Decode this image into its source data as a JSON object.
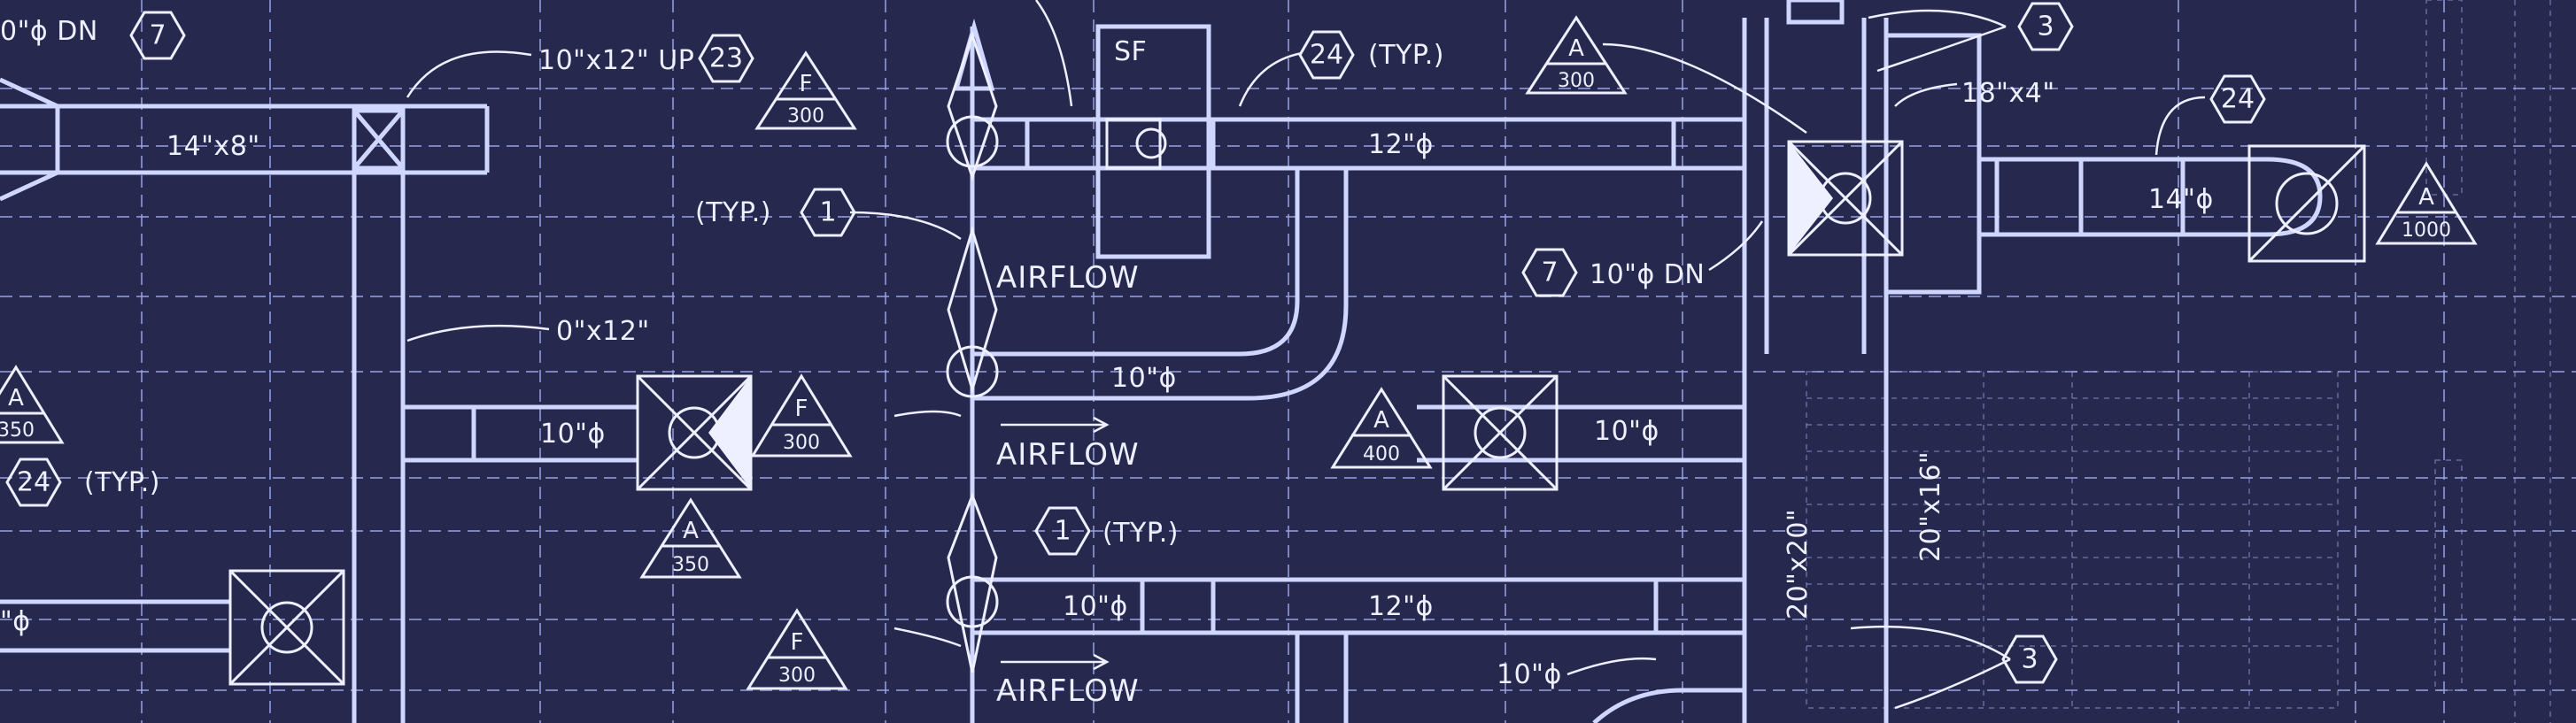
{
  "diagram": {
    "background_color": "#26284d",
    "line_color": "#cfd6ff",
    "text_color": "#eef0ff",
    "duct_labels": [
      {
        "id": "d1",
        "text": "14\"x8\""
      },
      {
        "id": "d2",
        "text": "10\"x12\" UP"
      },
      {
        "id": "d3",
        "text": "0\"x12\""
      },
      {
        "id": "d4",
        "text": "10\"ϕ"
      },
      {
        "id": "d5",
        "text": "12\"ϕ"
      },
      {
        "id": "d6",
        "text": "10\"ϕ"
      },
      {
        "id": "d7",
        "text": "10\"ϕ"
      },
      {
        "id": "d8",
        "text": "10\"ϕ"
      },
      {
        "id": "d9",
        "text": "12\"ϕ"
      },
      {
        "id": "d10",
        "text": "10\"ϕ"
      },
      {
        "id": "d11",
        "text": "10\"ϕ DN"
      },
      {
        "id": "d12",
        "text": "18\"x4\""
      },
      {
        "id": "d13",
        "text": "14\"ϕ"
      },
      {
        "id": "d14",
        "text": "20\"x20\""
      },
      {
        "id": "d15",
        "text": "20\"x16\""
      },
      {
        "id": "d16",
        "text": "0\"ϕ DN"
      },
      {
        "id": "d17",
        "text": "\"ϕ"
      },
      {
        "id": "d18",
        "text": "SF"
      }
    ],
    "airflow_labels": [
      "AIRFLOW",
      "AIRFLOW",
      "AIRFLOW"
    ],
    "typ_labels": [
      "(TYP.)",
      "(TYP.)",
      "(TYP.)",
      "(TYP.)"
    ],
    "hex_tags": [
      "7",
      "23",
      "1",
      "24",
      "24",
      "7",
      "3",
      "24",
      "1",
      "3"
    ],
    "triangle_tags": [
      {
        "letter": "F",
        "value": "300"
      },
      {
        "letter": "A",
        "value": "300"
      },
      {
        "letter": "A",
        "value": "350"
      },
      {
        "letter": "F",
        "value": "300"
      },
      {
        "letter": "A",
        "value": "400"
      },
      {
        "letter": "A",
        "value": "350"
      },
      {
        "letter": "F",
        "value": "300"
      },
      {
        "letter": "A",
        "value": "1000"
      }
    ]
  }
}
